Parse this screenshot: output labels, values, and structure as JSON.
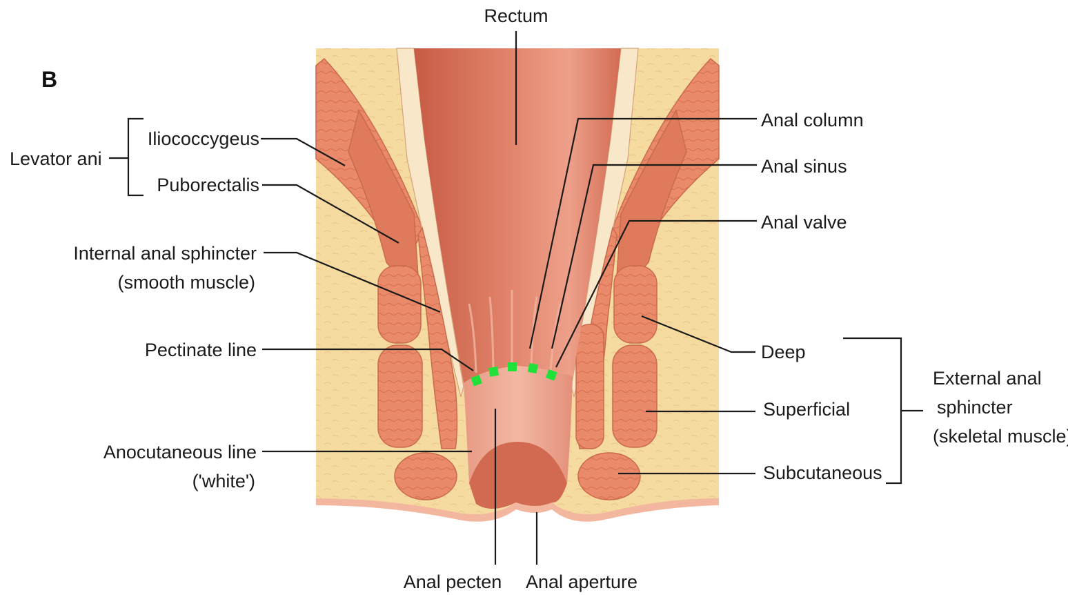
{
  "panel_letter": "B",
  "labels": {
    "rectum": "Rectum",
    "levator_ani": "Levator ani",
    "iliococcygeus": "Iliococcygeus",
    "puborectalis": "Puborectalis",
    "internal_anal_sphincter": "Internal anal sphincter",
    "internal_anal_sphincter_note": "(smooth muscle)",
    "pectinate_line": "Pectinate line",
    "anocutaneous_line": "Anocutaneous line",
    "anocutaneous_line_note": "('white')",
    "anal_pecten": "Anal pecten",
    "anal_aperture": "Anal aperture",
    "anal_column": "Anal column",
    "anal_sinus": "Anal sinus",
    "anal_valve": "Anal valve",
    "deep": "Deep",
    "superficial": "Superficial",
    "subcutaneous": "Subcutaneous",
    "external_anal_sphincter_1": "External anal",
    "external_anal_sphincter_2": "sphincter",
    "external_anal_sphincter_3": "(skeletal muscle)"
  },
  "colors": {
    "background_fat": "#f6dba1",
    "muscle": "#e98a6a",
    "muscle_dark": "#d96e4f",
    "lumen": "#d9735a",
    "mucosa_light": "#f2b6a0",
    "lining": "#f9e7c9",
    "pectinate_marker": "#22e03a",
    "leader": "#1a1a1a"
  }
}
